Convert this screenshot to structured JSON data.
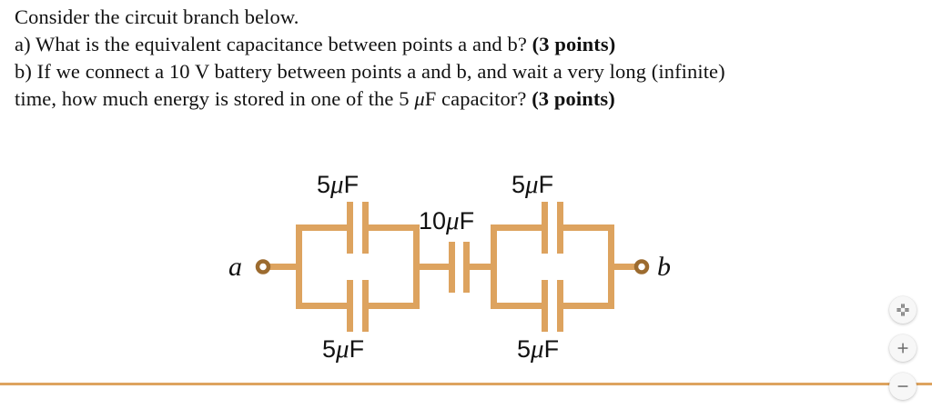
{
  "question": {
    "lines": [
      "Consider the circuit branch below.",
      "a) What is the equivalent capacitance between points a and b? ",
      "b) If we connect a 10 V battery between points a and b, and wait a very long (infinite)",
      "time, how much energy is stored in one of the 5 ",
      "F capacitor? "
    ],
    "line1": "Consider the circuit branch below.",
    "line2_main": "a) What is the equivalent capacitance between points a and b? ",
    "line2_points": "(3 points)",
    "line3": "b) If we connect a 10 V battery between points a and b, and wait a very long (infinite)",
    "line4_main_a": "time, how much energy is stored in one of the 5 ",
    "line4_mu": "μ",
    "line4_main_b": "F capacitor? ",
    "line4_points": "(3 points)"
  },
  "circuit": {
    "wire_color": "#dda35f",
    "terminal_ring_color": "#9c6b2f",
    "labels": {
      "node_a": "a",
      "node_b": "b",
      "top_left_value": "5",
      "top_left_mu": "μ",
      "top_left_unit": "F",
      "bottom_left_value": "5",
      "bottom_left_mu": "μ",
      "bottom_left_unit": "F",
      "middle_value": "10",
      "middle_mu": "μ",
      "middle_unit": "F",
      "top_right_value": "5",
      "top_right_mu": "μ",
      "top_right_unit": "F",
      "bottom_right_value": "5",
      "bottom_right_mu": "μ",
      "bottom_right_unit": "F"
    },
    "components": [
      {
        "name": "capacitor-top-left",
        "value": "5 μF"
      },
      {
        "name": "capacitor-bottom-left",
        "value": "5 μF"
      },
      {
        "name": "capacitor-middle-series",
        "value": "10 μF"
      },
      {
        "name": "capacitor-top-right",
        "value": "5 μF"
      },
      {
        "name": "capacitor-bottom-right",
        "value": "5 μF"
      }
    ]
  },
  "zoom_controls": {
    "fit_label": "fit-to-screen",
    "zoom_in_label": "+",
    "zoom_out_label": "−"
  }
}
